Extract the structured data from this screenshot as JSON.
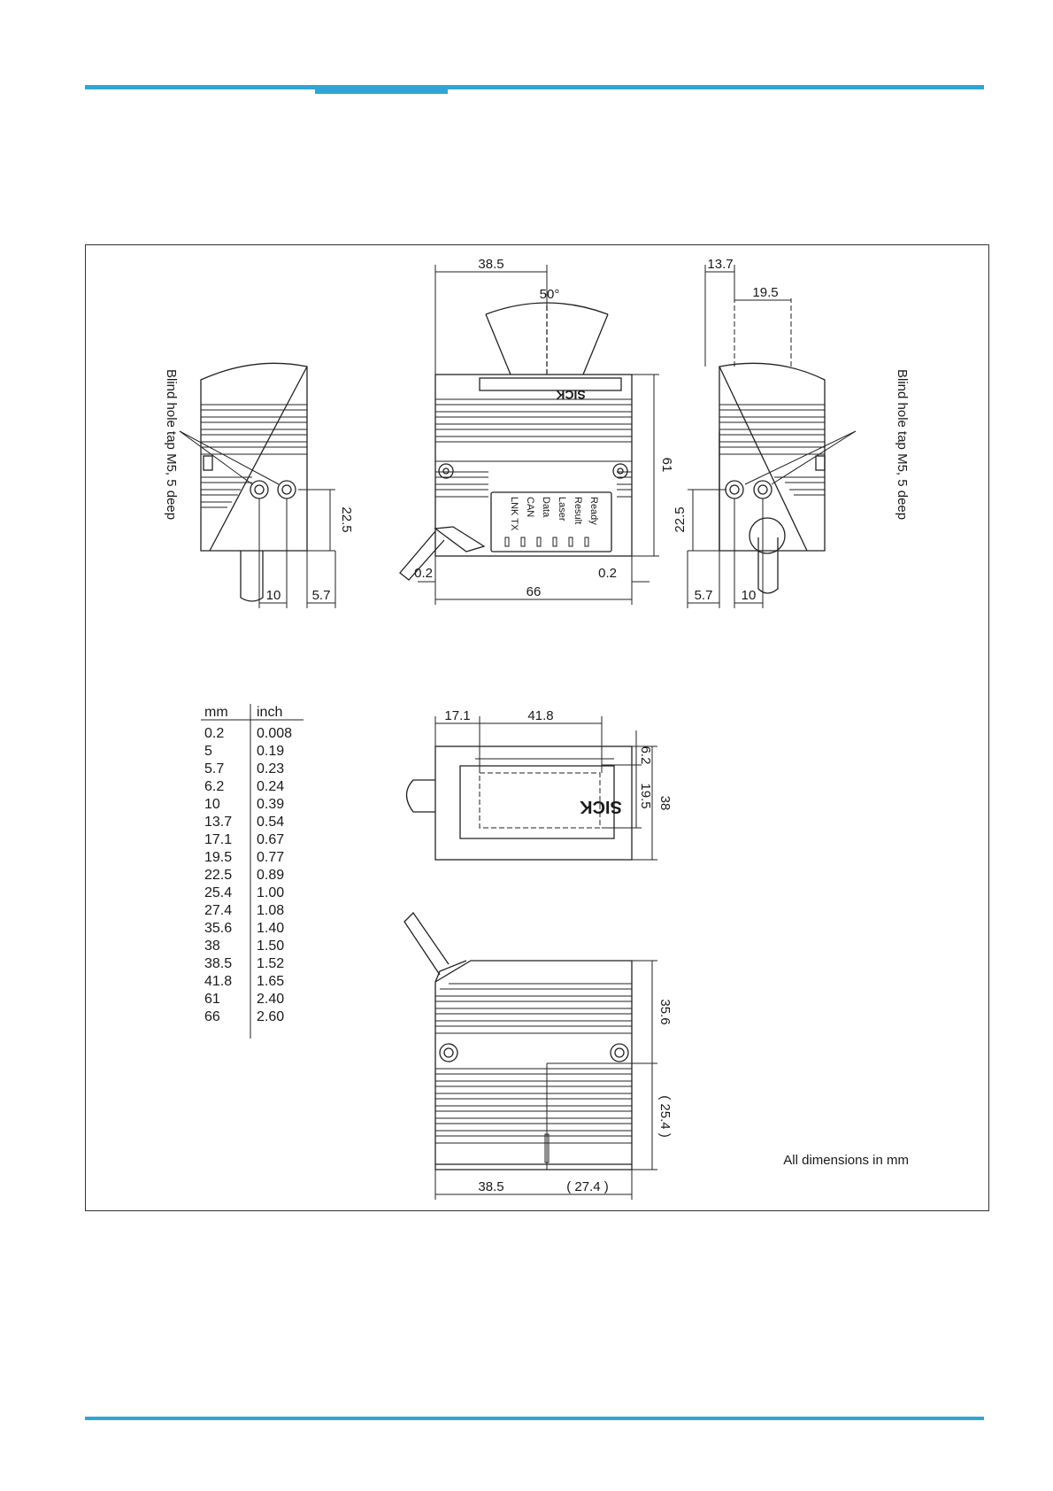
{
  "drawing": {
    "note": "All dimensions in mm",
    "blind_hole_label": "Blind hole tap M5, 5 deep",
    "brand_text": "SICK",
    "led_labels": [
      "Ready",
      "Result",
      "Laser",
      "Data",
      "CAN",
      "LNK TX"
    ],
    "dimensions": {
      "top_width_38_5": "38.5",
      "angle": "50°",
      "height_61": "61",
      "gap_left": "0.2",
      "gap_right": "0.2",
      "width_66": "66",
      "left_height_22_5": "22.5",
      "left_10": "10",
      "left_5_7": "5.7",
      "right_13_7": "13.7",
      "right_19_5": "19.5",
      "right_height_22_5": "22.5",
      "right_5_7": "5.7",
      "right_10": "10",
      "mid_17_1": "17.1",
      "mid_41_8": "41.8",
      "mid_6_2": "6.2",
      "mid_19_5": "19.5",
      "mid_38": "38",
      "bot_35_6": "35.6",
      "bot_25_4": "( 25.4 )",
      "bot_38_5": "38.5",
      "bot_27_4": "( 27.4 )"
    },
    "table": {
      "headers": [
        "mm",
        "inch"
      ],
      "rows": [
        [
          "0.2",
          "0.008"
        ],
        [
          "5",
          "0.19"
        ],
        [
          "5.7",
          "0.23"
        ],
        [
          "6.2",
          "0.24"
        ],
        [
          "10",
          "0.39"
        ],
        [
          "13.7",
          "0.54"
        ],
        [
          "17.1",
          "0.67"
        ],
        [
          "19.5",
          "0.77"
        ],
        [
          "22.5",
          "0.89"
        ],
        [
          "25.4",
          "1.00"
        ],
        [
          "27.4",
          "1.08"
        ],
        [
          "35.6",
          "1.40"
        ],
        [
          "38",
          "1.50"
        ],
        [
          "38.5",
          "1.52"
        ],
        [
          "41.8",
          "1.65"
        ],
        [
          "61",
          "2.40"
        ],
        [
          "66",
          "2.60"
        ]
      ]
    }
  }
}
